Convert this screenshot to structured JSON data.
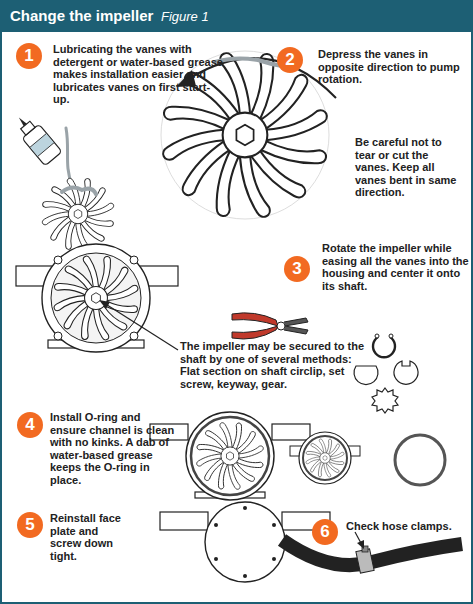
{
  "diagram": {
    "title": "Change the impeller",
    "nodes": [
      {
        "text": [
          "1"
        ]
      },
      {
        "text": [
          "2"
        ]
      },
      {
        "text": [
          "3"
        ]
      },
      {
        "text": [
          "4"
        ]
      },
      {
        "text": [
          "5"
        ]
      },
      {
        "text": [
          "6"
        ]
      }
    ],
    "labels": [
      "Figure 1",
      "Lubricating the vanes with detergent or water-based grease makes installation easier and lubricates vanes on first start-up.",
      "Depress the vanes in opposite direction to pump rotation.",
      "Be careful not to tear or cut the vanes. Keep all vanes bent in same direction.",
      "Rotate the impeller while easing all the vanes into the housing and center it onto its shaft.",
      "The impeller may be secured to the shaft by one of several methods: Flat section on shaft circlip, set screw, keyway, gear.",
      "Install O-ring and ensure channel is clean with no kinks. A dab of water-based grease keeps the O-ring in place.",
      "Reinstall face plate and screw down tight.",
      "Check hose clamps."
    ]
  }
}
